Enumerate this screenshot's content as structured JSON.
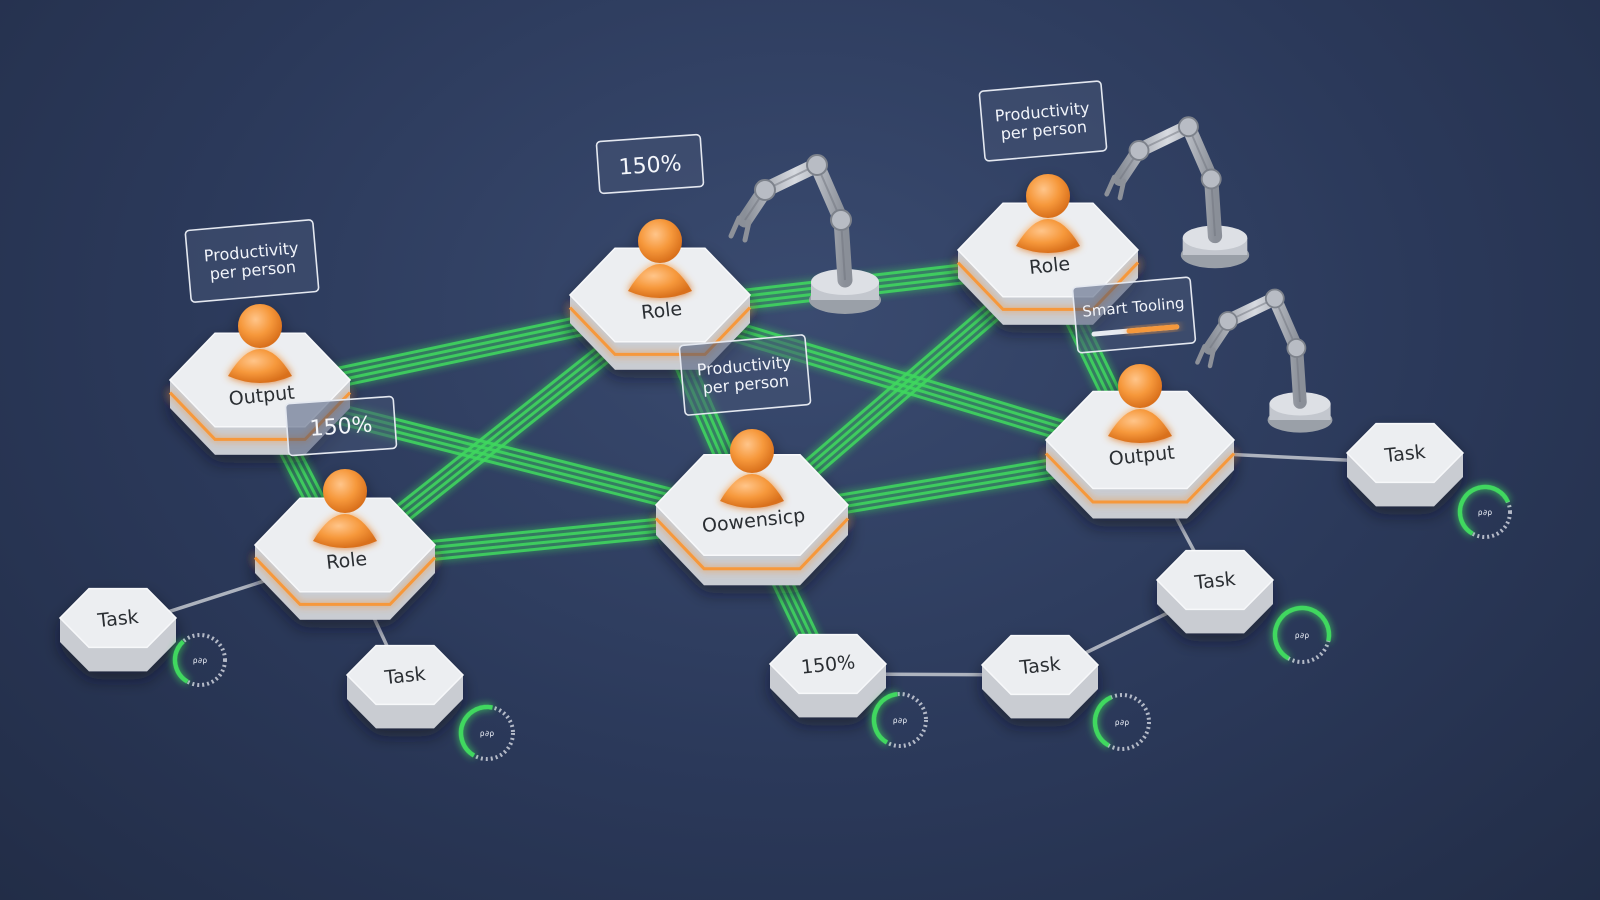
{
  "diagram": {
    "colors": {
      "background": "#2b395a",
      "connector_green": "#3fd85e",
      "tile_face": "#eceef1",
      "tile_side": "#c9ccd2",
      "accent_orange": "#f6983b",
      "task_link": "#c5c9d1"
    },
    "nodes": [
      {
        "id": "output-left",
        "label": "Output",
        "type": "person",
        "icon": "person-icon"
      },
      {
        "id": "role-top",
        "label": "Role",
        "type": "person",
        "icon": "person-icon"
      },
      {
        "id": "role-top-right",
        "label": "Role",
        "type": "person",
        "icon": "person-icon"
      },
      {
        "id": "role-left",
        "label": "Role",
        "type": "person",
        "icon": "person-icon"
      },
      {
        "id": "ownership-center",
        "label": "Oowensicp",
        "type": "person",
        "icon": "person-icon"
      },
      {
        "id": "output-right",
        "label": "Output",
        "type": "person",
        "icon": "person-icon"
      },
      {
        "id": "task-far-left",
        "label": "Task",
        "type": "task"
      },
      {
        "id": "task-left",
        "label": "Task",
        "type": "task"
      },
      {
        "id": "task-150",
        "label": "150%",
        "type": "task"
      },
      {
        "id": "task-bottom",
        "label": "Task",
        "type": "task"
      },
      {
        "id": "task-mid-right",
        "label": "Task",
        "type": "task"
      },
      {
        "id": "task-right",
        "label": "Task",
        "type": "task"
      }
    ],
    "cards": [
      {
        "id": "card-prod-left",
        "lines": [
          "Productivity",
          "per person"
        ]
      },
      {
        "id": "card-150-top",
        "lines": [
          "150%"
        ]
      },
      {
        "id": "card-prod-right",
        "lines": [
          "Productivity",
          "per person"
        ]
      },
      {
        "id": "card-prod-center",
        "lines": [
          "Productivity",
          "per person"
        ]
      },
      {
        "id": "card-150-left",
        "lines": [
          "150%"
        ]
      },
      {
        "id": "card-smart-tooling",
        "lines": [
          "Smart Tooling"
        ],
        "progress": 0.6
      }
    ],
    "gauges": [
      {
        "id": "gauge-1",
        "text": "ρ∂ρ",
        "value": 0.3
      },
      {
        "id": "gauge-2",
        "text": "ρ∂ρ",
        "value": 0.45
      },
      {
        "id": "gauge-3",
        "text": "ρ∂ρ",
        "value": 0.4
      },
      {
        "id": "gauge-4",
        "text": "ρ∂ρ",
        "value": 0.35
      },
      {
        "id": "gauge-5",
        "text": "ρ∂ρ",
        "value": 0.7
      },
      {
        "id": "gauge-6",
        "text": "ρ∂ρ",
        "value": 0.6
      }
    ],
    "robot_arms": [
      {
        "id": "arm-1",
        "icon": "robot-arm-icon"
      },
      {
        "id": "arm-2",
        "icon": "robot-arm-icon"
      },
      {
        "id": "arm-3",
        "icon": "robot-arm-icon"
      }
    ]
  }
}
